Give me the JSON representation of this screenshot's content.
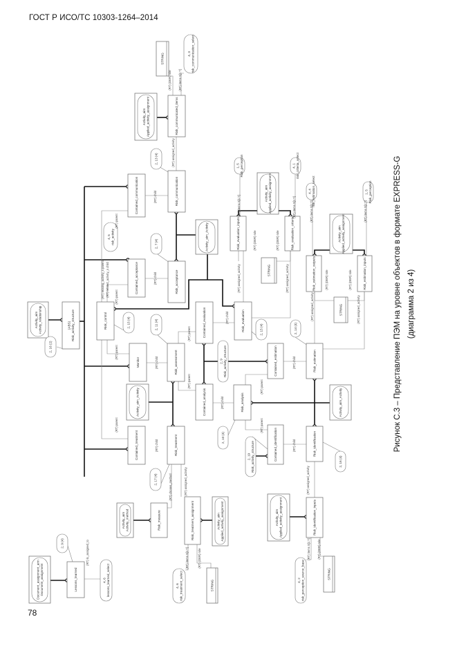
{
  "header": "ГОСТ Р ИСО/ТС 10303-1264–2014",
  "page_number": "78",
  "caption": {
    "line1": "Рисунок С.3 – Представление ПЭМ на уровне объектов в формате EXPRESS-G",
    "line2": "(диаграмма 2 из 4)"
  },
  "entities": [
    {
      "id": "string1",
      "lines": [
        "STRING"
      ]
    },
    {
      "id": "risk_communicated_items",
      "lines": [
        "Risk_communicated_items"
      ]
    },
    {
      "id": "aaa1",
      "lines": [
        "Activity_aim",
        "Applied_activity_assignment"
      ]
    },
    {
      "id": "risk_communication",
      "lines": [
        "Risk_communication"
      ]
    },
    {
      "id": "contained_communication",
      "lines": [
        "Contained_communication"
      ]
    },
    {
      "id": "risk_acceptance",
      "lines": [
        "Risk_acceptance"
      ]
    },
    {
      "id": "contained_acceptance",
      "lines": [
        "Contained_acceptance"
      ]
    },
    {
      "id": "aim_activity1",
      "lines": [
        "Activity_aim_Activity"
      ]
    },
    {
      "id": "risk_control",
      "lines": [
        "Risk_control"
      ]
    },
    {
      "id": "risk_activity_structure",
      "lines": [
        "(ABS)",
        "Risk_activity_structure"
      ]
    },
    {
      "id": "aim_relationship",
      "lines": [
        "Activity_aim",
        "Activity_relationship"
      ]
    },
    {
      "id": "monitor",
      "lines": [
        "Monitor"
      ]
    },
    {
      "id": "risk_assessment",
      "lines": [
        "Risk_assessment"
      ]
    },
    {
      "id": "contained_evaluation",
      "lines": [
        "Contained_evaluation"
      ]
    },
    {
      "id": "contained_analysis",
      "lines": [
        "Contained_analysis"
      ]
    },
    {
      "id": "aim_activity2",
      "lines": [
        "Activity_aim_Activity"
      ]
    },
    {
      "id": "contained_treatment",
      "lines": [
        "Contained_treatment"
      ]
    },
    {
      "id": "risk_treatment",
      "lines": [
        "Risk_treatment"
      ]
    },
    {
      "id": "risk_evaluation",
      "lines": [
        "Risk_evaluation"
      ]
    },
    {
      "id": "risk_evaluation_inputs",
      "lines": [
        "Risk_evaluation_inputs"
      ]
    },
    {
      "id": "risk_evaluation_criteria",
      "lines": [
        "Risk_evaluation_criteria"
      ]
    },
    {
      "id": "string2",
      "lines": [
        "STRING"
      ]
    },
    {
      "id": "aaa2",
      "lines": [
        "Activity_aim",
        "Applied_activity_assignment"
      ]
    },
    {
      "id": "risk_estimation_outputs",
      "lines": [
        "Risk_estimation_outputs"
      ]
    },
    {
      "id": "risk_estimation_inputs",
      "lines": [
        "Risk_estimation_inputs"
      ]
    },
    {
      "id": "string3",
      "lines": [
        "STRING"
      ]
    },
    {
      "id": "aaa3",
      "lines": [
        "Activity_aim",
        "Applied_activity_assignment"
      ]
    },
    {
      "id": "risk_estimation",
      "lines": [
        "Risk_estimation"
      ]
    },
    {
      "id": "contained_estimation",
      "lines": [
        "Contained_estimation"
      ]
    },
    {
      "id": "risk_analysis",
      "lines": [
        "Risk_analysis"
      ]
    },
    {
      "id": "contained_identification",
      "lines": [
        "Contained_identification"
      ]
    },
    {
      "id": "risk_identification",
      "lines": [
        "Risk_identification"
      ]
    },
    {
      "id": "aim_activity3",
      "lines": [
        "Activity_aim_Activity"
      ]
    },
    {
      "id": "risk_identification_inputs",
      "lines": [
        "Risk_identification_inputs"
      ]
    },
    {
      "id": "aaa4",
      "lines": [
        "Activity_aim",
        "Applied_activity_assignment"
      ]
    },
    {
      "id": "string4",
      "lines": [
        "STRING"
      ]
    },
    {
      "id": "risk_treatment_assignment",
      "lines": [
        "Risk_treatment_assignment"
      ]
    },
    {
      "id": "aaa5",
      "lines": [
        "Activity_aim",
        "Applied_activity_assignment"
      ]
    },
    {
      "id": "risk_measure",
      "lines": [
        "Risk_measure"
      ]
    },
    {
      "id": "aim_method",
      "lines": [
        "Activity_aim",
        "Activity_method"
      ]
    },
    {
      "id": "string5",
      "lines": [
        "STRING"
      ]
    },
    {
      "id": "lessons_learned",
      "lines": [
        "Lessons_learned"
      ]
    },
    {
      "id": "document_assignment",
      "lines": [
        "Document_assignment_arm",
        "Document_assignment"
      ]
    }
  ],
  "refs": [
    {
      "id": "ref_4_3",
      "lines": [
        "4, 3",
        "risk_communication_select"
      ]
    },
    {
      "id": "ref_2_13",
      "lines": [
        "2, 13 (4)"
      ]
    },
    {
      "id": "ref_2_7",
      "lines": [
        "2, 7 (4)"
      ]
    },
    {
      "id": "ref_4_5",
      "lines": [
        "4, 5",
        "risk_activity"
      ]
    },
    {
      "id": "ref_2_15a",
      "lines": [
        "2, 15 (4)"
      ]
    },
    {
      "id": "ref_2_16_2",
      "lines": [
        "2, 16 (2)"
      ]
    },
    {
      "id": "ref_2_11",
      "lines": [
        "2, 11 (4)"
      ]
    },
    {
      "id": "ref_2_15b",
      "lines": [
        "2, 15 (4)"
      ]
    },
    {
      "id": "ref_1_5a",
      "lines": [
        "1, 5",
        "Risk_perception"
      ]
    },
    {
      "id": "ref_4_1",
      "lines": [
        "4, 1",
        "risk_criteria_select"
      ]
    },
    {
      "id": "ref_4_4",
      "lines": [
        "4, 4",
        "risk_estimation_select"
      ]
    },
    {
      "id": "ref_1_5b",
      "lines": [
        "1, 5",
        "Risk_perception"
      ]
    },
    {
      "id": "ref_2_14",
      "lines": [
        "2, 14 (4)"
      ]
    },
    {
      "id": "ref_2_9",
      "lines": [
        "2, 9",
        "Risk_activity_structure"
      ]
    },
    {
      "id": "ref_2_10",
      "lines": [
        "2, 10 (4)"
      ]
    },
    {
      "id": "ref_2_19",
      "lines": [
        "2, 19",
        "Risk_activity_structure"
      ]
    },
    {
      "id": "ref_2_16_4",
      "lines": [
        "2, 16 (4)"
      ]
    },
    {
      "id": "ref_4_2",
      "lines": [
        "4, 2",
        "risk_perception_source_base"
      ]
    },
    {
      "id": "ref_2_17",
      "lines": [
        "2, 17 (4)"
      ]
    },
    {
      "id": "ref_4_6a",
      "lines": [
        "4, 6",
        "risk_treatment_select"
      ]
    },
    {
      "id": "ref_2_9_4",
      "lines": [
        "2, 9 (4)"
      ]
    },
    {
      "id": "ref_4_6b",
      "lines": [
        "4, 6",
        "lessons_learned_select"
      ]
    }
  ],
  "relations": [
    {
      "id": "r1",
      "text": "(RT) (DER) role"
    },
    {
      "id": "r2",
      "text": "(RT) items S[1:?]"
    },
    {
      "id": "r3",
      "text": "(RT) assigned_activity"
    },
    {
      "id": "r4",
      "text": "(RT) child"
    },
    {
      "id": "r5",
      "text": "(RT) parent"
    },
    {
      "id": "r6",
      "text": "(RT) child"
    },
    {
      "id": "r7",
      "text": "(RT) parent"
    },
    {
      "id": "r8",
      "text": "(RT) relating_activity_s parent"
    },
    {
      "id": "r9",
      "text": "(RT) related_activity_s child"
    },
    {
      "id": "r10",
      "text": "(RT) parent"
    },
    {
      "id": "r11",
      "text": "(RT) child"
    },
    {
      "id": "r12",
      "text": "(RT) parent"
    },
    {
      "id": "r13",
      "text": "(RT) parent"
    },
    {
      "id": "r14",
      "text": "(RT) child"
    },
    {
      "id": "r15",
      "text": "(RT) child"
    },
    {
      "id": "r16",
      "text": "(RT) parent"
    },
    {
      "id": "r17",
      "text": "(RT) parent"
    },
    {
      "id": "r18",
      "text": "(RT) child"
    },
    {
      "id": "r19",
      "text": "(RT) child"
    },
    {
      "id": "r20",
      "text": "(RT) assigned_activity"
    },
    {
      "id": "r21",
      "text": "(RT) assigned_activity"
    },
    {
      "id": "r22",
      "text": "(RT) assigned_activity"
    },
    {
      "id": "r23",
      "text": "(RT) assigned_activity"
    },
    {
      "id": "r24",
      "text": "(RT) (DER) role"
    },
    {
      "id": "r25",
      "text": "(RT) (DER) role"
    },
    {
      "id": "r26",
      "text": "(RT) items S[1:?]"
    },
    {
      "id": "r27",
      "text": "(RT) items S[1:?]"
    },
    {
      "id": "r28",
      "text": "(RT) items S[1:?]"
    },
    {
      "id": "r29",
      "text": "(RT) items S[1:?]"
    },
    {
      "id": "r30",
      "text": "(RT) (DER) role"
    },
    {
      "id": "r31",
      "text": "(RT) (DER) role"
    },
    {
      "id": "r32",
      "text": "(RT) assigned_activity"
    },
    {
      "id": "r33",
      "text": "(RT) items S[1:?]"
    },
    {
      "id": "r34",
      "text": "(RT) (DER) role"
    },
    {
      "id": "r35",
      "text": "(RT) assigned_activity"
    },
    {
      "id": "r36",
      "text": "(RT) chosen_method"
    },
    {
      "id": "r37",
      "text": "(RT) items S[1:?]"
    },
    {
      "id": "r38",
      "text": "(RT) (DER) role"
    },
    {
      "id": "r39",
      "text": "(RT) lo_assigned_to"
    },
    {
      "id": "r40",
      "text": "(RT) child"
    },
    {
      "id": "r41",
      "text": "(RT) parent"
    }
  ]
}
